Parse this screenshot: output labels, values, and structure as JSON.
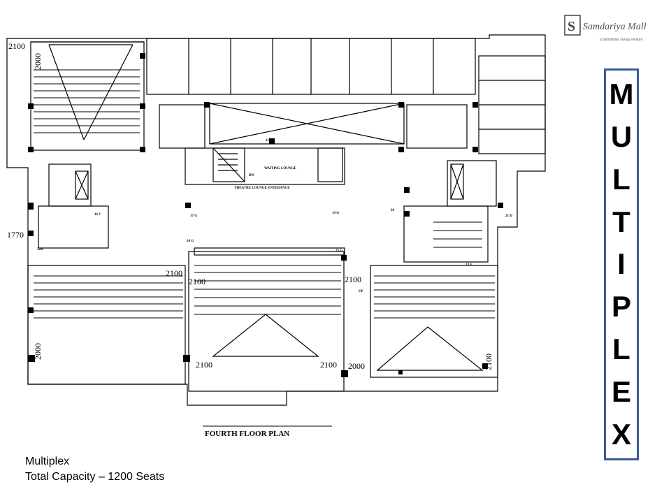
{
  "plan": {
    "title": "FOURTH FLOOR PLAN",
    "dimensions": {
      "top_left_h": "2100",
      "top_left_v": "2000",
      "left_mid": "1770",
      "screen2_left": "2100",
      "screen2_right": "2100",
      "screen2_bottom_left": "2100",
      "screen2_bottom_right": "2100",
      "screen3_bottom": "2000",
      "screen3_right": "2100",
      "bottom_left_v": "2000",
      "small_215": "2100"
    },
    "room_labels": {
      "waiting_lounge": "WAITING LOUNGE",
      "theatre_lounge": "THEATRE LOUNGE ENTERANCE",
      "dn": "DN",
      "up": "UP",
      "r11d": "11D",
      "r17g": "17 G",
      "r19g": "19 G",
      "r20": "20",
      "r21d": "21 D",
      "r22d": "22D",
      "r24g": "24 G",
      "r25g": "25 G",
      "r16j": "16 J",
      "r23f": "23 F"
    }
  },
  "logo": {
    "brand": "Samdariya Mall",
    "tagline": "a Samdariya Group venture",
    "mark": "S"
  },
  "vertical_word": [
    "M",
    "U",
    "L",
    "T",
    "I",
    "P",
    "L",
    "E",
    "X"
  ],
  "caption": {
    "line1": "Multiplex",
    "line2": "Total Capacity – 1200 Seats"
  }
}
